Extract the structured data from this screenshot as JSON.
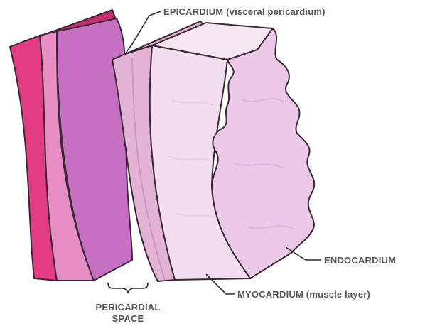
{
  "labels": {
    "epicardium": "EPICARDIUM (visceral pericardium)",
    "endocardium": "ENDOCARDIUM",
    "myocardium": "MYOCARDIUM (muscle layer)",
    "pericardial_line1": "PERICARDIAL",
    "pericardial_line2": "SPACE"
  },
  "colors": {
    "fibrous_pericardium": "#e23d84",
    "fibrous_pericardium_top": "#c72c6f",
    "parietal_layer": "#e88cc4",
    "parietal_layer_top": "#d26aae",
    "serous_layer": "#c76fc2",
    "serous_layer_top": "#b35aae",
    "epicardium": "#e2b3d4",
    "epicardium_edge": "#cf96c0",
    "myocardium_front": "#f3def0",
    "myocardium_top": "#f6e6f2",
    "endocardium_surface": "#ecc9e8",
    "outline": "#3a2a35",
    "label_text": "#555555"
  }
}
